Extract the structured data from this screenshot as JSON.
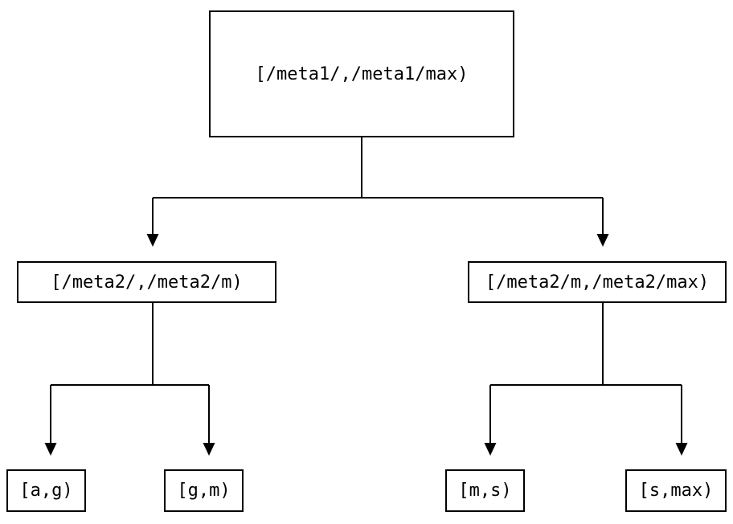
{
  "diagram": {
    "type": "tree",
    "colors": {
      "line": "#000000",
      "text": "#000000",
      "background": "#ffffff"
    },
    "nodes": {
      "root": {
        "label": "[/meta1/,/meta1/max)"
      },
      "meta2_low": {
        "label": "[/meta2/,/meta2/m)"
      },
      "meta2_high": {
        "label": "[/meta2/m,/meta2/max)"
      },
      "leaf_ag": {
        "label": "[a,g)"
      },
      "leaf_gm": {
        "label": "[g,m)"
      },
      "leaf_ms": {
        "label": "[m,s)"
      },
      "leaf_smax": {
        "label": "[s,max)"
      }
    },
    "edges": [
      {
        "from": "root",
        "to": "meta2_low"
      },
      {
        "from": "root",
        "to": "meta2_high"
      },
      {
        "from": "meta2_low",
        "to": "leaf_ag"
      },
      {
        "from": "meta2_low",
        "to": "leaf_gm"
      },
      {
        "from": "meta2_high",
        "to": "leaf_ms"
      },
      {
        "from": "meta2_high",
        "to": "leaf_smax"
      }
    ]
  }
}
